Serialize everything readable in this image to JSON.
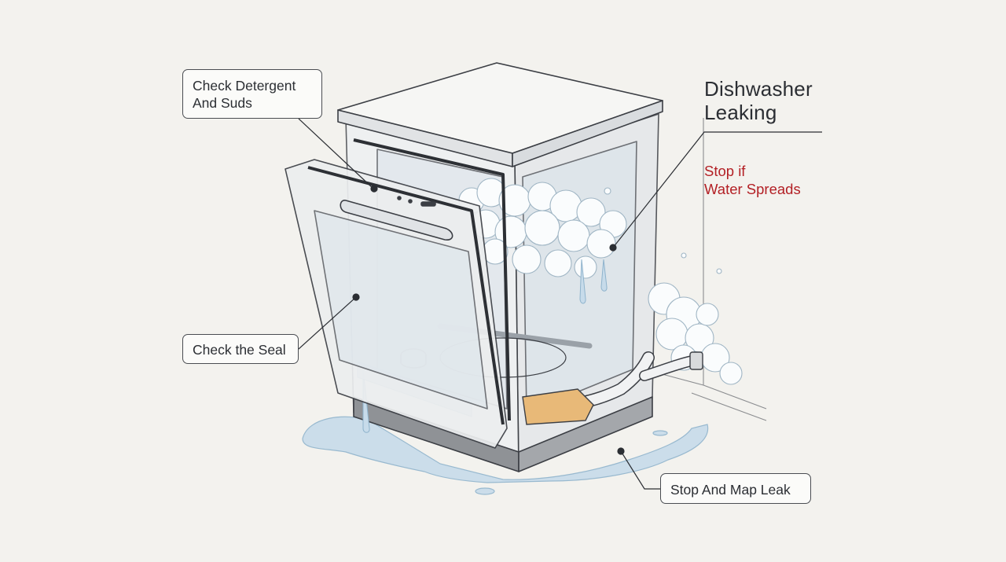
{
  "title": {
    "line1": "Dishwasher",
    "line2": "Leaking"
  },
  "warning": {
    "line1": "Stop if",
    "line2": "Water Spreads"
  },
  "callouts": {
    "detergent": {
      "line1": "Check Detergent",
      "line2": "And Suds"
    },
    "seal": {
      "label": "Check the Seal"
    },
    "leak": {
      "label": "Stop And Map Leak"
    }
  },
  "colors": {
    "background": "#f3f2ee",
    "ink": "#3b3e44",
    "water": "#c7dbea",
    "foam": "#fafcfd",
    "hose_part": "#e8b978",
    "warning": "#b32025"
  }
}
